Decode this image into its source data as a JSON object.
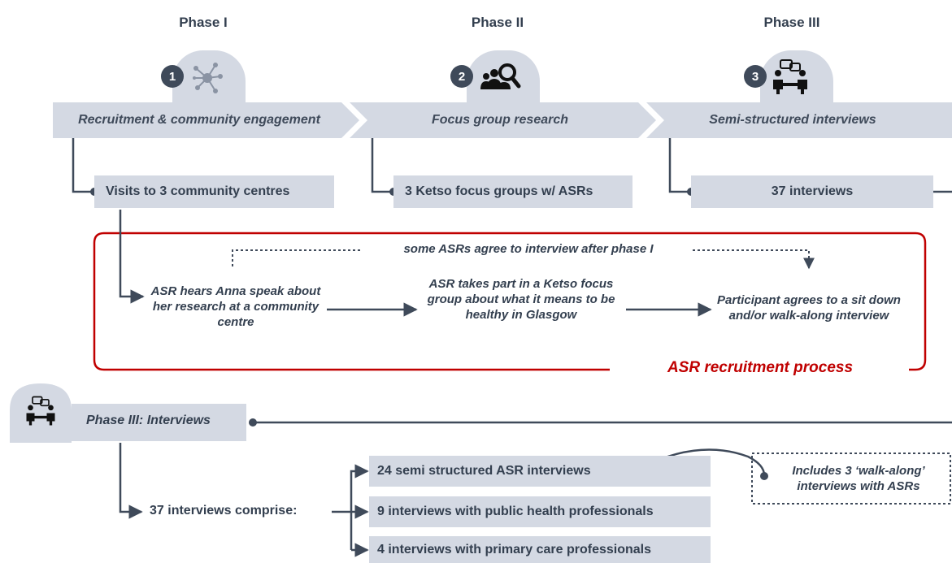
{
  "phases": [
    {
      "title": "Phase I",
      "number": "1",
      "icon": "network-icon",
      "label": "Recruitment & community engagement",
      "box": "Visits to 3 community centres"
    },
    {
      "title": "Phase II",
      "number": "2",
      "icon": "group-search-icon",
      "label": "Focus group research",
      "box": "3 Ketso focus groups w/ ASRs"
    },
    {
      "title": "Phase III",
      "number": "3",
      "icon": "interview-icon",
      "label": "Semi-structured interviews",
      "box": "37 interviews"
    }
  ],
  "recruitment": {
    "note": "some ASRs agree to interview after phase I",
    "step1": "ASR hears Anna speak about her research at a community centre",
    "step2": "ASR takes part in a Ketso focus group  about what it means to be healthy in Glasgow",
    "step3": "Participant agrees to a sit down and/or walk-along interview",
    "label": "ASR recruitment process",
    "accent_color": "#c00000"
  },
  "interviews": {
    "header": "Phase III: Interviews",
    "comprise": "37 interviews comprise:",
    "items": [
      "24 semi structured ASR interviews",
      "9 interviews with public health professionals",
      "4 interviews with primary care professionals"
    ],
    "note": "Includes 3 ‘walk-along’ interviews with ASRs"
  },
  "colors": {
    "box_fill": "#d4d9e3",
    "text": "#333f4f",
    "line": "#3f4a5a"
  }
}
